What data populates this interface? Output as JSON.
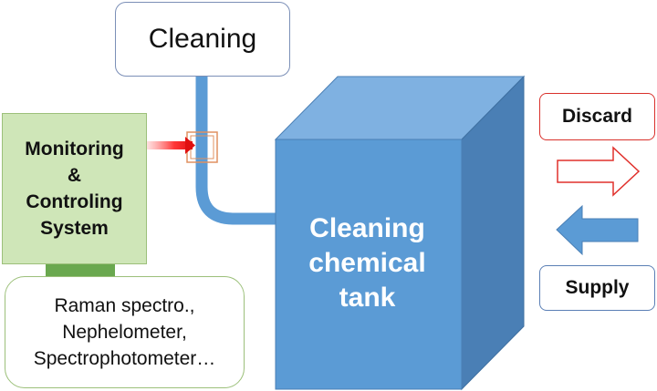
{
  "cleaning": {
    "label": "Cleaning"
  },
  "monitoring": {
    "lines": [
      "Monitoring",
      "&",
      "Controling",
      "System"
    ]
  },
  "instruments": {
    "lines": [
      "Raman spectro.,",
      "Nephelometer,",
      "Spectrophotometer…"
    ]
  },
  "tank": {
    "lines": [
      "Cleaning",
      "chemical",
      "tank"
    ]
  },
  "discard": {
    "label": "Discard"
  },
  "supply": {
    "label": "Supply"
  },
  "colors": {
    "tank_front": "#5b9bd5",
    "tank_top": "#7fb1e1",
    "tank_side": "#4a7fb5",
    "pipe": "#5b9bd5",
    "monitor_fill": "#cfe6b8",
    "laser": "#e8201c",
    "discard_border": "#d9302b",
    "supply_arrow": "#5b9bd5"
  },
  "icons": [
    "pipe",
    "laser-beam-icon",
    "sensor-cell-icon",
    "discard-arrow-icon",
    "supply-arrow-icon"
  ]
}
